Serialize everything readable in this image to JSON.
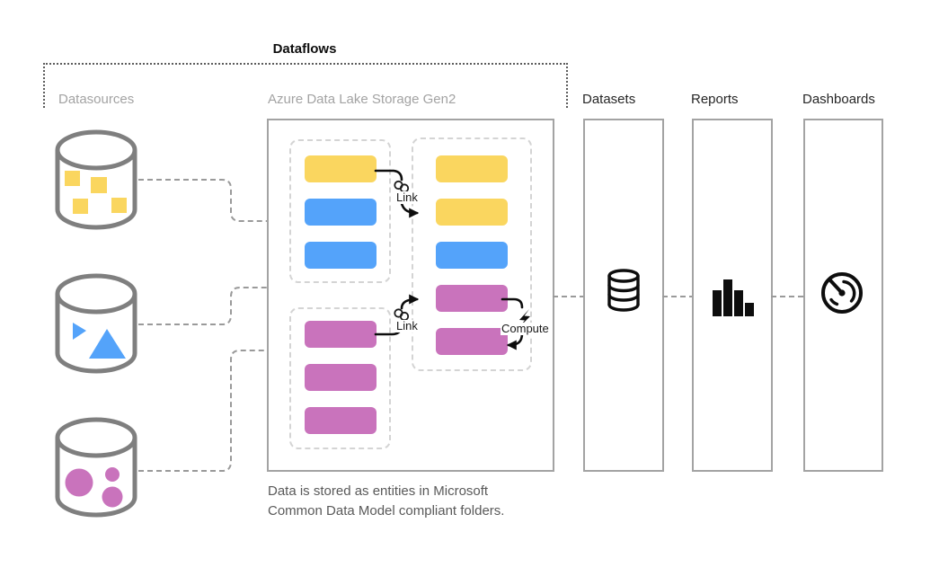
{
  "title": "Dataflows",
  "columns": {
    "datasources_label": "Datasources",
    "storage_label": "Azure Data Lake Storage Gen2",
    "datasets_label": "Datasets",
    "reports_label": "Reports",
    "dashboards_label": "Dashboards"
  },
  "annotations": {
    "link1": "Link",
    "link2": "Link",
    "compute": "Compute"
  },
  "caption": {
    "line1": "Data is stored as entities in Microsoft",
    "line2": "Common Data Model compliant folders."
  },
  "colors": {
    "yellow": "#FAD65F",
    "blue": "#54A3FA",
    "pink": "#C973BC",
    "cylinder_outline": "#7f7f7f",
    "box_border": "#a3a3a3",
    "icon_black": "#0d0d0d"
  },
  "datasources": [
    {
      "shape": "squares",
      "color": "yellow"
    },
    {
      "shape": "triangles",
      "color": "blue"
    },
    {
      "shape": "circles",
      "color": "pink"
    }
  ],
  "storage": {
    "left_group_top": [
      "yellow",
      "blue",
      "blue"
    ],
    "left_group_bottom": [
      "pink",
      "pink",
      "pink"
    ],
    "right_group": [
      "yellow",
      "yellow",
      "blue",
      "pink",
      "pink"
    ]
  }
}
